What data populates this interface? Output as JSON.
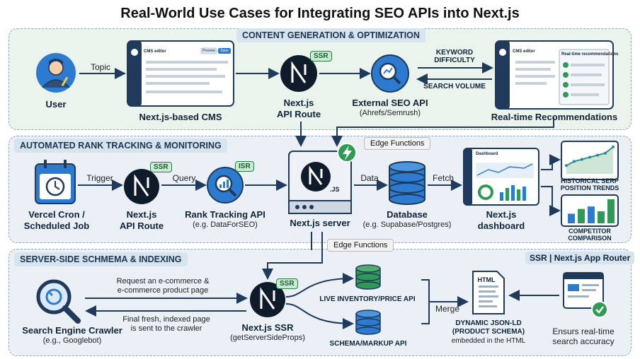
{
  "title": "Real-World Use Cases for Integrating SEO APIs into Next.js",
  "sections": {
    "content": "CONTENT GENERATION & OPTIMIZATION",
    "rank": "AUTOMATED RANK TRACKING & MONITORING",
    "schema": "SERVER-SIDE SCHMEMA & INDEXING"
  },
  "content": {
    "user": "User",
    "topic": "Topic",
    "cms_label": "Next.js-based CMS",
    "cms_window_title": "CMS editor",
    "cms_preview": "Preview",
    "cms_save": "Save",
    "api_route_line1": "Next.js",
    "api_route_line2": "API Route",
    "ssr_badge": "SSR",
    "seo_api_name": "External SEO API",
    "seo_api_sub": "(Ahrefs/Semrush)",
    "keyword_difficulty_1": "KEYWORD",
    "keyword_difficulty_2": "DIFFICULTY",
    "search_volume": "SEARCH VOLUME",
    "reco_window_title": "CMS editor",
    "reco_panel_title": "Real-time recommendations",
    "reco_label": "Real-time Recommendations"
  },
  "rank": {
    "edge_functions": "Edge Functions",
    "cron_line1": "Vercel Cron /",
    "cron_line2": "Scheduled Job",
    "trigger": "Trigger",
    "route_line1": "Next.js",
    "route_line2": "API Route",
    "ssr_badge": "SSR",
    "query": "Query",
    "isr_badge": "ISR",
    "rank_api": "Rank Tracking API",
    "rank_api_sub": "(e.g. DataForSEO)",
    "server_label": "Next.js server",
    "server_js": ".JS",
    "data": "Data",
    "db": "Database",
    "db_sub": "(e.g. Supabase/Postgres)",
    "fetch": "Fetch",
    "dash_line1": "Next.js",
    "dash_line2": "dashboard",
    "dash_window_title": "Dashboard",
    "hist_1": "HISTORICAL SERP",
    "hist_2": "POSITION TRENDS",
    "comp_1": "COMPETITOR",
    "comp_2": "COMPARISON"
  },
  "schema": {
    "edge_functions": "Edge Functions",
    "router_tag": "SSR | Next.js App Router",
    "crawler": "Search Engine Crawler",
    "crawler_sub": "(e.g., Googlebot)",
    "request_1": "Request an e-commerce &",
    "request_2": "e-commerce product page",
    "response_1": "Final fresh, indexed page",
    "response_2": "is sent to the crawler",
    "ssr_label": "Next.js SSR",
    "ssr_sub": "(getServerSideProps)",
    "ssr_badge": "SSR",
    "inventory": "LIVE INVENTORY/PRICE API",
    "markup": "SCHEMA/MARKUP API",
    "merge": "Merge",
    "html_doc": "HTML",
    "jsonld_1": "DYNAMIC JSON-LD",
    "jsonld_2": "(PRODUCT SCHEMA)",
    "jsonld_3": "embedded in the HTML",
    "ensure_1": "Ensurs real-time",
    "ensure_2": "search accuracy"
  },
  "chart_data": [
    {
      "type": "line",
      "title": "HISTORICAL SERP POSITION TRENDS",
      "series": [
        {
          "values": [
            2,
            3,
            3.5,
            4,
            4.5,
            5,
            6.5
          ]
        }
      ]
    },
    {
      "type": "bar",
      "title": "COMPETITOR COMPARISON",
      "values": [
        2,
        3,
        3.5,
        2.5,
        5
      ]
    }
  ],
  "colors": {
    "navy": "#1f3a5a",
    "accent_blue": "#2c7bd0",
    "green": "#2f9a55",
    "light_green": "#c9ebd3"
  }
}
